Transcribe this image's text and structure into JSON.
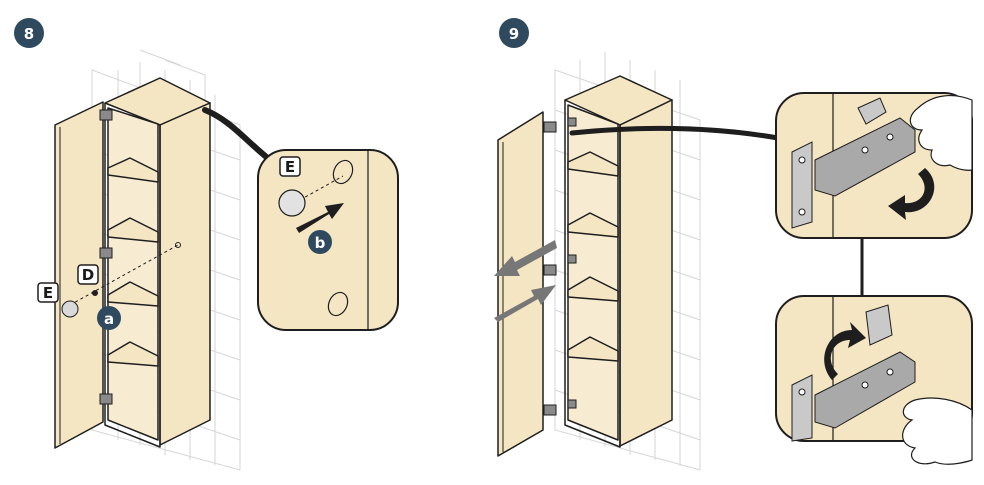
{
  "steps": [
    {
      "number": "8"
    },
    {
      "number": "9"
    }
  ],
  "parts": {
    "hinge_cover": "E",
    "screw_hole": "D"
  },
  "substeps": {
    "insert_cover": "a",
    "push_cover": "b"
  },
  "colors": {
    "step_badge": "#2f4a5f",
    "wood": "#f4e5c3",
    "panel_edge": "#1e1e1e",
    "tile_line": "#d6d6d6",
    "metal": "#a9a9a9",
    "arrow_gray": "#777777"
  },
  "icons": [
    "step-badge",
    "hinge",
    "cover-cap",
    "push-arrow",
    "rotate-arrow",
    "hand"
  ]
}
